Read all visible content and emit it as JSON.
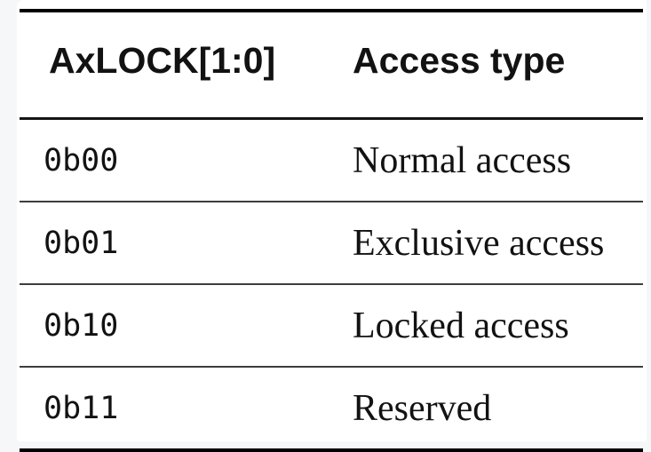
{
  "theme": {
    "background_color": "#f5f7f9",
    "card_color": "#ffffff",
    "border_color": "#000000",
    "header_separator_color": "#141414",
    "separator_color": "#3d3d3d",
    "text_color": "#121212"
  },
  "table": {
    "columns": [
      {
        "label": "AxLOCK[1:0]"
      },
      {
        "label": "Access type"
      }
    ],
    "rows": [
      {
        "value": "0b00",
        "access_type": "Normal access"
      },
      {
        "value": "0b01",
        "access_type": "Exclusive access"
      },
      {
        "value": "0b10",
        "access_type": "Locked access"
      },
      {
        "value": "0b11",
        "access_type": "Reserved"
      }
    ]
  }
}
